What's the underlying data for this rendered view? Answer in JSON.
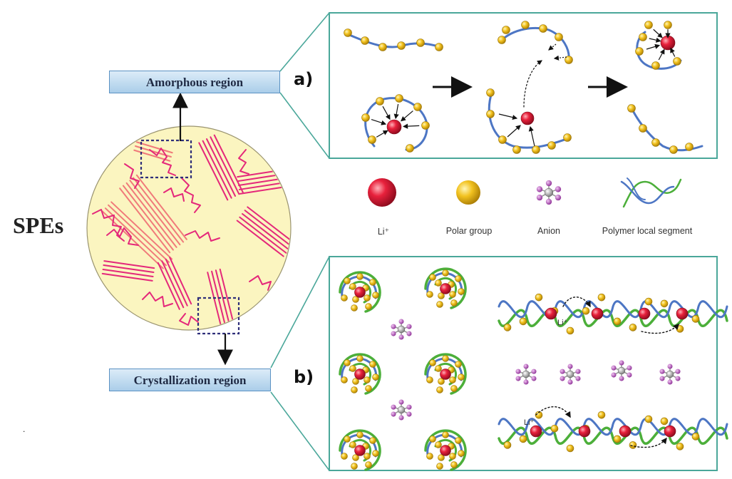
{
  "main_label": "SPEs",
  "amorphous_label": "Amorphous region",
  "crystallization_label": "Crystallization region",
  "panel_a_tag": "a)",
  "panel_b_tag": "b)",
  "legend": {
    "li": "Li⁺",
    "polar": "Polar group",
    "anion": "Anion",
    "segment": "Polymer local segment"
  },
  "annotations": {
    "li_top": "Li⁺",
    "li_bottom": "Li⁺"
  },
  "colors": {
    "li": "#e8213c",
    "polar": "#f2c21f",
    "anion_center": "#9a9a9a",
    "anion_arm": "#b04fb8",
    "chain_blue": "#4d76c4",
    "chain_green": "#4caf3a",
    "panel_border": "#4aa79a",
    "circle_fill": "#fbf5c0",
    "polymer_line": "#e4287a",
    "crystal_line": "#f07a7a",
    "label_blue": "#aacde9",
    "dotted_box": "#2f2f7a"
  },
  "footnote": "."
}
